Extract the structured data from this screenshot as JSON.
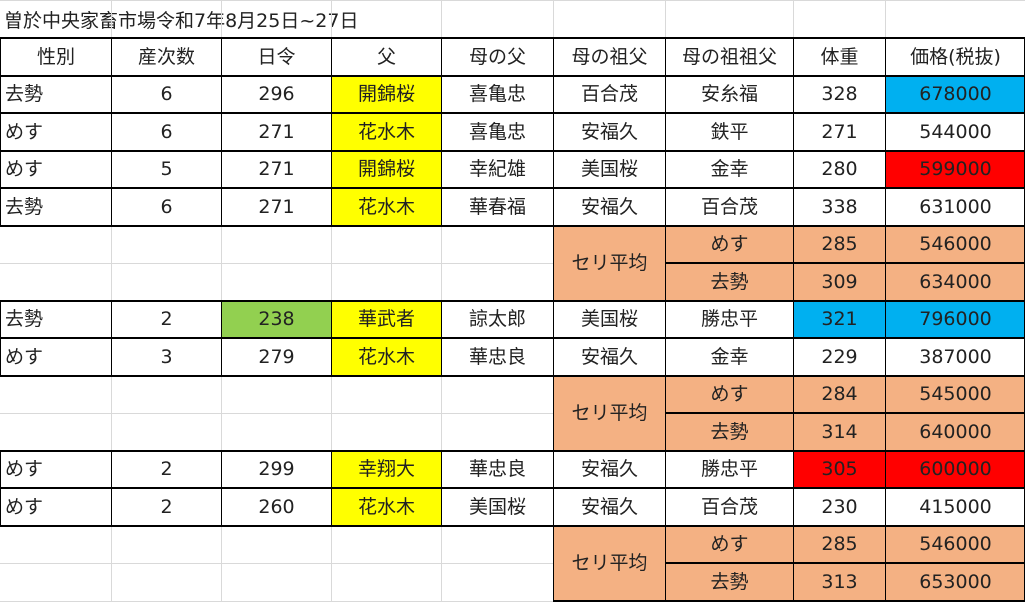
{
  "title": "曽於中央家畜市場令和7年8月25日~27日",
  "colors": {
    "yellow": "#ffff00",
    "green": "#92d050",
    "blue": "#00b0f0",
    "red": "#ff0000",
    "peach": "#f4b183"
  },
  "headers": [
    "性別",
    "産次数",
    "日令",
    "父",
    "母の父",
    "母の祖父",
    "母の祖祖父",
    "体重",
    "価格(税抜)"
  ],
  "groups": [
    {
      "rows": [
        {
          "sex": "去勢",
          "parity": "6",
          "age": "296",
          "sire": "開錦桜",
          "dam_sire": "喜亀忠",
          "dam_grandsire": "百合茂",
          "dam_great_grandsire": "安糸福",
          "weight": "328",
          "price": "678000",
          "weight_color": "",
          "price_color": "blue",
          "age_color": "",
          "sire_color": "yellow"
        },
        {
          "sex": "めす",
          "parity": "6",
          "age": "271",
          "sire": "花水木",
          "dam_sire": "喜亀忠",
          "dam_grandsire": "安福久",
          "dam_great_grandsire": "鉄平",
          "weight": "271",
          "price": "544000",
          "weight_color": "",
          "price_color": "",
          "age_color": "",
          "sire_color": "yellow"
        },
        {
          "sex": "めす",
          "parity": "5",
          "age": "271",
          "sire": "開錦桜",
          "dam_sire": "幸紀雄",
          "dam_grandsire": "美国桜",
          "dam_great_grandsire": "金幸",
          "weight": "280",
          "price": "599000",
          "weight_color": "",
          "price_color": "red",
          "age_color": "",
          "sire_color": "yellow"
        },
        {
          "sex": "去勢",
          "parity": "6",
          "age": "271",
          "sire": "花水木",
          "dam_sire": "華春福",
          "dam_grandsire": "安福久",
          "dam_great_grandsire": "百合茂",
          "weight": "338",
          "price": "631000",
          "weight_color": "",
          "price_color": "",
          "age_color": "",
          "sire_color": "yellow"
        }
      ],
      "avg_label": "セリ平均",
      "averages": [
        {
          "sex": "めす",
          "weight": "285",
          "price": "546000"
        },
        {
          "sex": "去勢",
          "weight": "309",
          "price": "634000"
        }
      ]
    },
    {
      "rows": [
        {
          "sex": "去勢",
          "parity": "2",
          "age": "238",
          "sire": "華武者",
          "dam_sire": "諒太郎",
          "dam_grandsire": "美国桜",
          "dam_great_grandsire": "勝忠平",
          "weight": "321",
          "price": "796000",
          "weight_color": "blue",
          "price_color": "blue",
          "age_color": "green",
          "sire_color": "yellow"
        },
        {
          "sex": "めす",
          "parity": "3",
          "age": "279",
          "sire": "花水木",
          "dam_sire": "華忠良",
          "dam_grandsire": "安福久",
          "dam_great_grandsire": "金幸",
          "weight": "229",
          "price": "387000",
          "weight_color": "",
          "price_color": "",
          "age_color": "",
          "sire_color": "yellow"
        }
      ],
      "avg_label": "セリ平均",
      "averages": [
        {
          "sex": "めす",
          "weight": "284",
          "price": "545000"
        },
        {
          "sex": "去勢",
          "weight": "314",
          "price": "640000"
        }
      ]
    },
    {
      "rows": [
        {
          "sex": "めす",
          "parity": "2",
          "age": "299",
          "sire": "幸翔大",
          "dam_sire": "華忠良",
          "dam_grandsire": "安福久",
          "dam_great_grandsire": "勝忠平",
          "weight": "305",
          "price": "600000",
          "weight_color": "red",
          "price_color": "red",
          "age_color": "",
          "sire_color": "yellow"
        },
        {
          "sex": "めす",
          "parity": "2",
          "age": "260",
          "sire": "花水木",
          "dam_sire": "美国桜",
          "dam_grandsire": "安福久",
          "dam_great_grandsire": "百合茂",
          "weight": "230",
          "price": "415000",
          "weight_color": "",
          "price_color": "",
          "age_color": "",
          "sire_color": "yellow"
        }
      ],
      "avg_label": "セリ平均",
      "averages": [
        {
          "sex": "めす",
          "weight": "285",
          "price": "546000"
        },
        {
          "sex": "去勢",
          "weight": "313",
          "price": "653000"
        }
      ]
    }
  ]
}
